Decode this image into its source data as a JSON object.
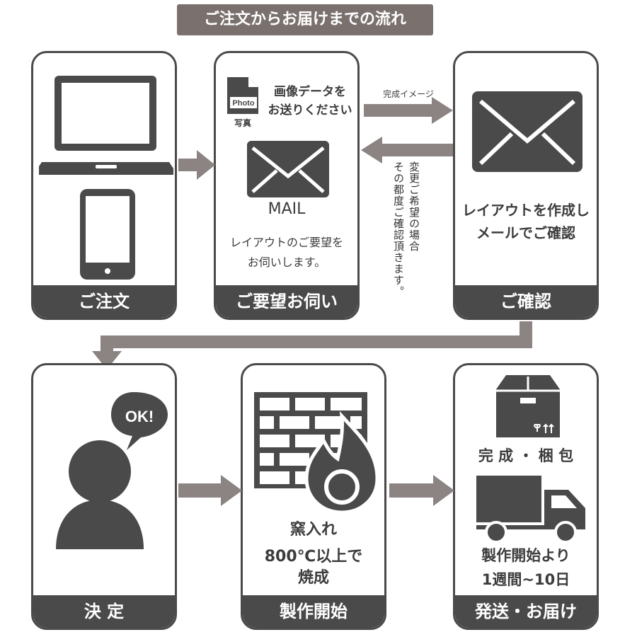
{
  "title": "ご注文からお届けまでの流れ",
  "steps": {
    "order": {
      "label": "ご注文"
    },
    "request": {
      "label": "ご要望お伺い",
      "photo_badge": "Photo",
      "photo_caption": "写真",
      "send_line1": "画像データを",
      "send_line2": "お送りください",
      "mail": "MAIL",
      "desc_line1": "レイアウトのご要望を",
      "desc_line2": "お伺いします。"
    },
    "confirm": {
      "label": "ご確認",
      "desc_line1": "レイアウトを作成し",
      "desc_line2": "メールでご確認"
    },
    "decide": {
      "label": "決 定",
      "ok": "OK!"
    },
    "production": {
      "label": "製作開始",
      "line1": "窯入れ",
      "line2": "800℃以上で",
      "line3": "焼成"
    },
    "delivery": {
      "label": "発送・お届け",
      "line1": "完 成 ・ 梱 包",
      "line2": "製作開始より",
      "line3": "1週間~10日"
    }
  },
  "arrows": {
    "image_label": "完成イメージ",
    "change_line1": "変更ご希望の場合",
    "change_line2": "その都度ご確認頂きます。"
  },
  "colors": {
    "dark": "#4a4a4a",
    "arrow": "#8c8482",
    "banner": "#7a716e"
  }
}
